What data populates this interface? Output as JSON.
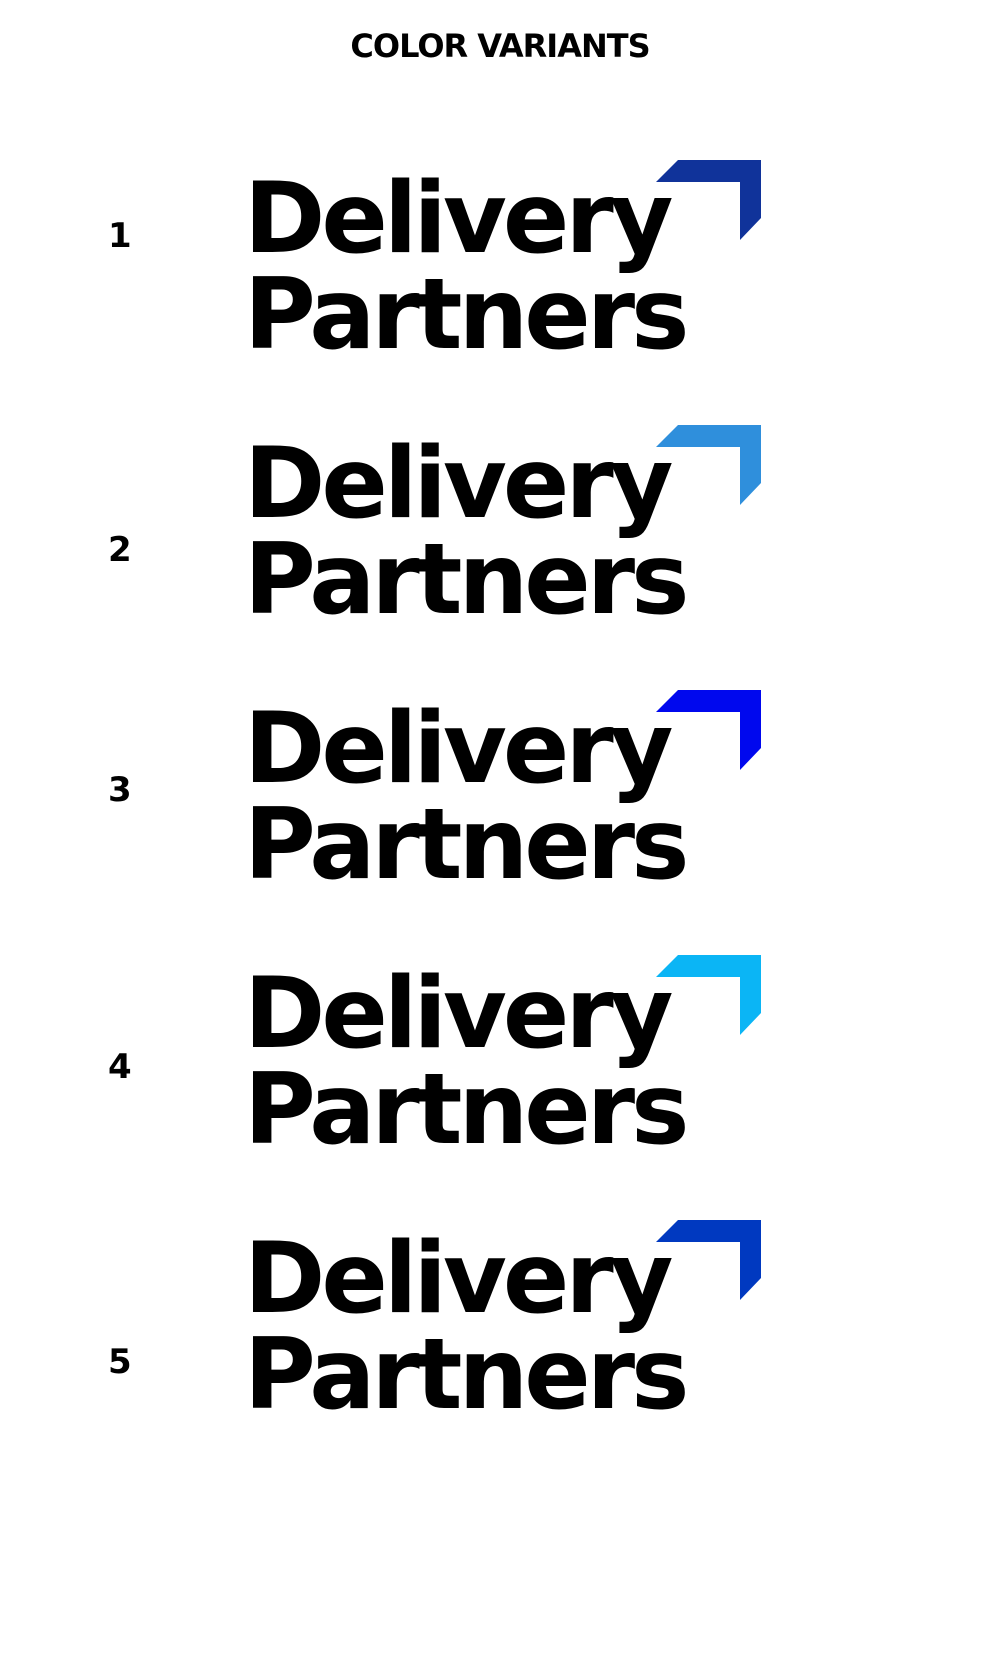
{
  "header": {
    "title": "COLOR VARIANTS"
  },
  "logo": {
    "word1": "Delivery",
    "word2": "Partners",
    "text_color": "#000000"
  },
  "variants": [
    {
      "number": "1",
      "accent_color": "#10339a",
      "icon": "corner-arrow-icon"
    },
    {
      "number": "2",
      "accent_color": "#2f8fdc",
      "icon": "corner-arrow-icon"
    },
    {
      "number": "3",
      "accent_color": "#0008ee",
      "icon": "corner-arrow-icon"
    },
    {
      "number": "4",
      "accent_color": "#0bb5f5",
      "icon": "corner-arrow-icon"
    },
    {
      "number": "5",
      "accent_color": "#0039c0",
      "icon": "corner-arrow-icon"
    }
  ]
}
